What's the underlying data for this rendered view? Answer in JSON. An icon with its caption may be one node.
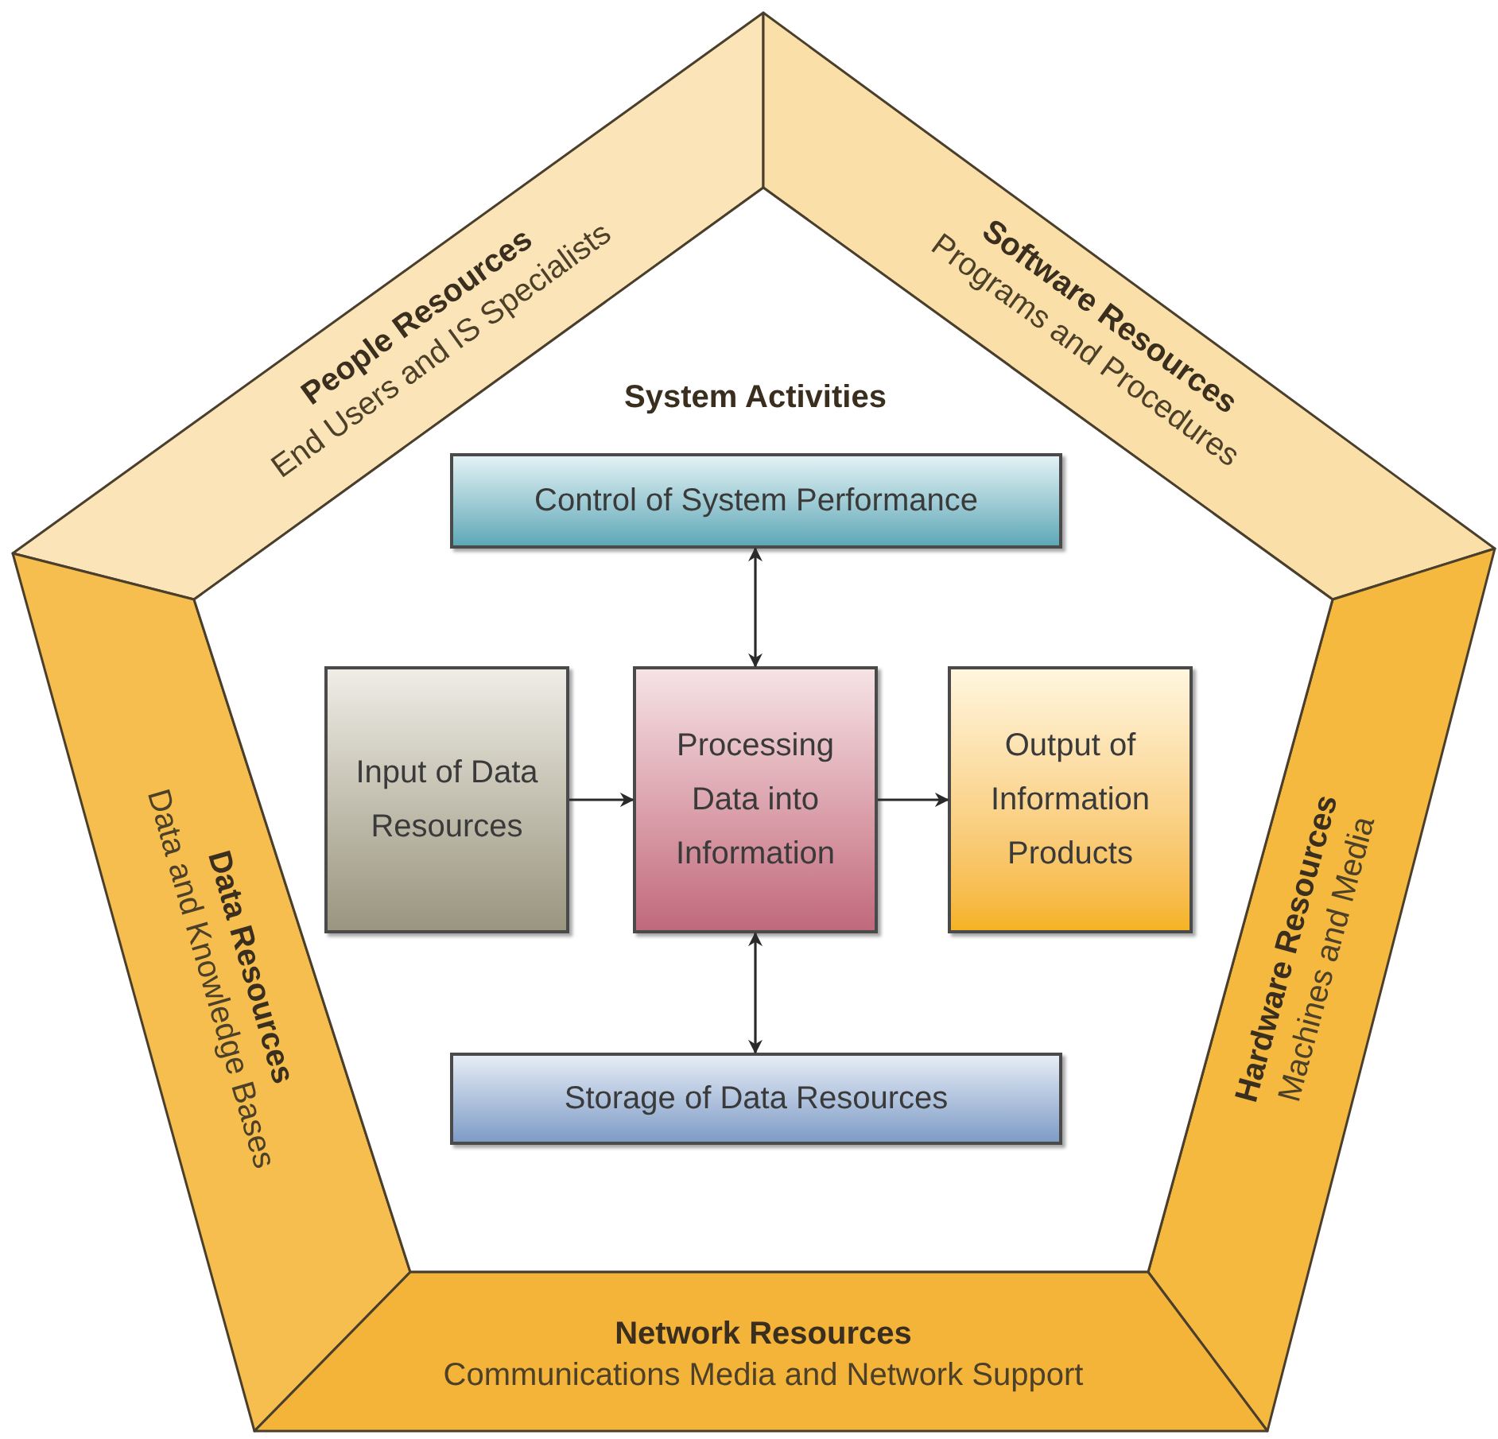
{
  "diagram": {
    "nodes": [
      {
        "text": [
          "People Resources",
          "End Users and IS Specialists"
        ]
      },
      {
        "text": [
          "Software Resources",
          "Programs and Procedures"
        ]
      },
      {
        "text": [
          "Data Resources",
          "Data and Knowledge Bases"
        ]
      },
      {
        "text": [
          "Hardware Resources",
          "Machines and Media"
        ]
      },
      {
        "text": [
          "System Activities"
        ]
      },
      {
        "text": [
          "Control of System Performance"
        ],
        "in": 4
      },
      {
        "text": [
          "Input of Data Resources"
        ],
        "in": 4
      },
      {
        "text": [
          "Processing Data into Information"
        ],
        "in": 4
      },
      {
        "text": [
          "Output of Information Products"
        ],
        "in": 4
      },
      {
        "text": [
          "Storage of Data Resources"
        ],
        "in": 4
      },
      {
        "text": [
          "Network Resources",
          "Communications Media and Network Support"
        ]
      }
    ],
    "edges": [
      {
        "from": 5,
        "to": 7,
        "arrow": "both"
      },
      {
        "from": 6,
        "to": 7,
        "arrow": "to"
      },
      {
        "from": 7,
        "to": 8,
        "arrow": "to"
      },
      {
        "from": 7,
        "to": 9,
        "arrow": "both"
      }
    ]
  }
}
